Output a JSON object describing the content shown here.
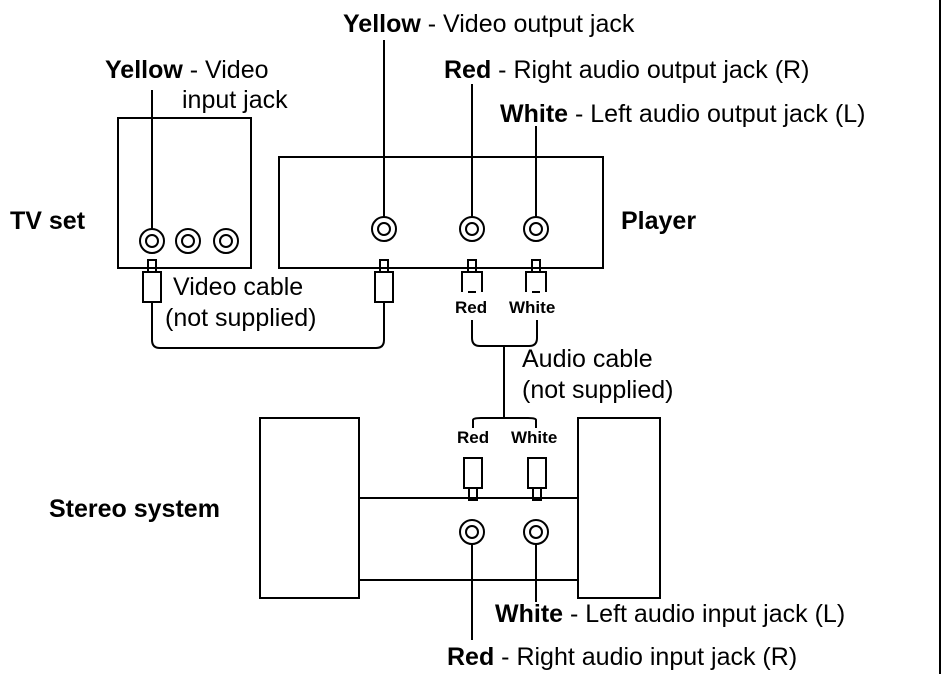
{
  "labels": {
    "yellow_video_output": {
      "color": "Yellow",
      "desc": " - Video output jack"
    },
    "yellow_video_input": {
      "color": "Yellow",
      "desc_1": " - Video",
      "desc_2": "input jack"
    },
    "red_right_output": {
      "color": "Red",
      "desc": " - Right audio output jack (R)"
    },
    "white_left_output": {
      "color": "White",
      "desc": " - Left audio output jack (L)"
    },
    "tv_set": "TV set",
    "player": "Player",
    "video_cable_1": "Video cable",
    "video_cable_2": "(not supplied)",
    "player_plug_red": "Red",
    "player_plug_white": "White",
    "audio_cable_1": "Audio cable",
    "audio_cable_2": "(not supplied)",
    "stereo_plug_red": "Red",
    "stereo_plug_white": "White",
    "stereo_system": "Stereo system",
    "white_left_input": {
      "color": "White",
      "desc": " - Left audio input jack (L)"
    },
    "red_right_input": {
      "color": "Red",
      "desc": " - Right audio input jack (R)"
    }
  },
  "colors": {
    "ink": "#000000",
    "paper": "#ffffff"
  }
}
